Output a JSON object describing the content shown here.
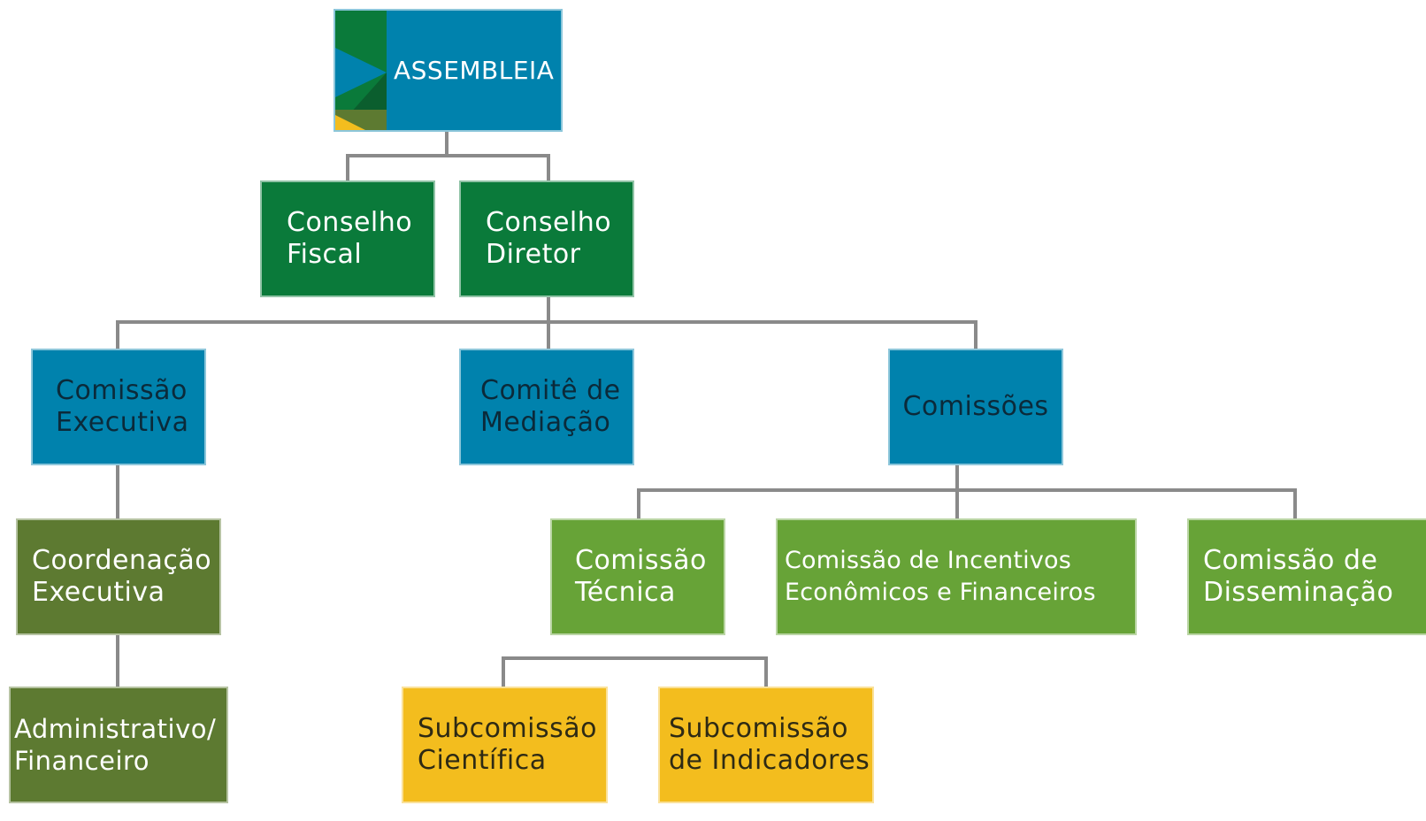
{
  "colors": {
    "blue": "#0082ad",
    "dark_green": "#0a7a3a",
    "olive": "#5d7a31",
    "light_green": "#67a337",
    "yellow": "#f3bd1e",
    "connector": "#8a8a8a"
  },
  "logo": {
    "icon": "assembleia-logo-icon"
  },
  "nodes": {
    "assembleia": {
      "lines": [
        "ASSEMBLEIA"
      ]
    },
    "conselho_fiscal": {
      "lines": [
        "Conselho",
        "Fiscal"
      ]
    },
    "conselho_diretor": {
      "lines": [
        "Conselho",
        "Diretor"
      ]
    },
    "comissao_executiva": {
      "lines": [
        "Comissão",
        "Executiva"
      ]
    },
    "comite_mediacao": {
      "lines": [
        "Comitê de",
        "Mediação"
      ]
    },
    "comissoes": {
      "lines": [
        "Comissões"
      ]
    },
    "coordenacao_executiva": {
      "lines": [
        "Coordenação",
        "Executiva"
      ]
    },
    "administrativo_financeiro": {
      "lines": [
        "Administrativo/",
        "Financeiro"
      ]
    },
    "comissao_tecnica": {
      "lines": [
        "Comissão",
        "Técnica"
      ]
    },
    "comissao_incentivos": {
      "lines": [
        "Comissão de Incentivos",
        "Econômicos e Financeiros"
      ]
    },
    "comissao_disseminacao": {
      "lines": [
        "Comissão de",
        "Disseminação"
      ]
    },
    "subcomissao_cientifica": {
      "lines": [
        "Subcomissão",
        "Científica"
      ]
    },
    "subcomissao_indicadores": {
      "lines": [
        "Subcomissão",
        "de Indicadores"
      ]
    }
  }
}
